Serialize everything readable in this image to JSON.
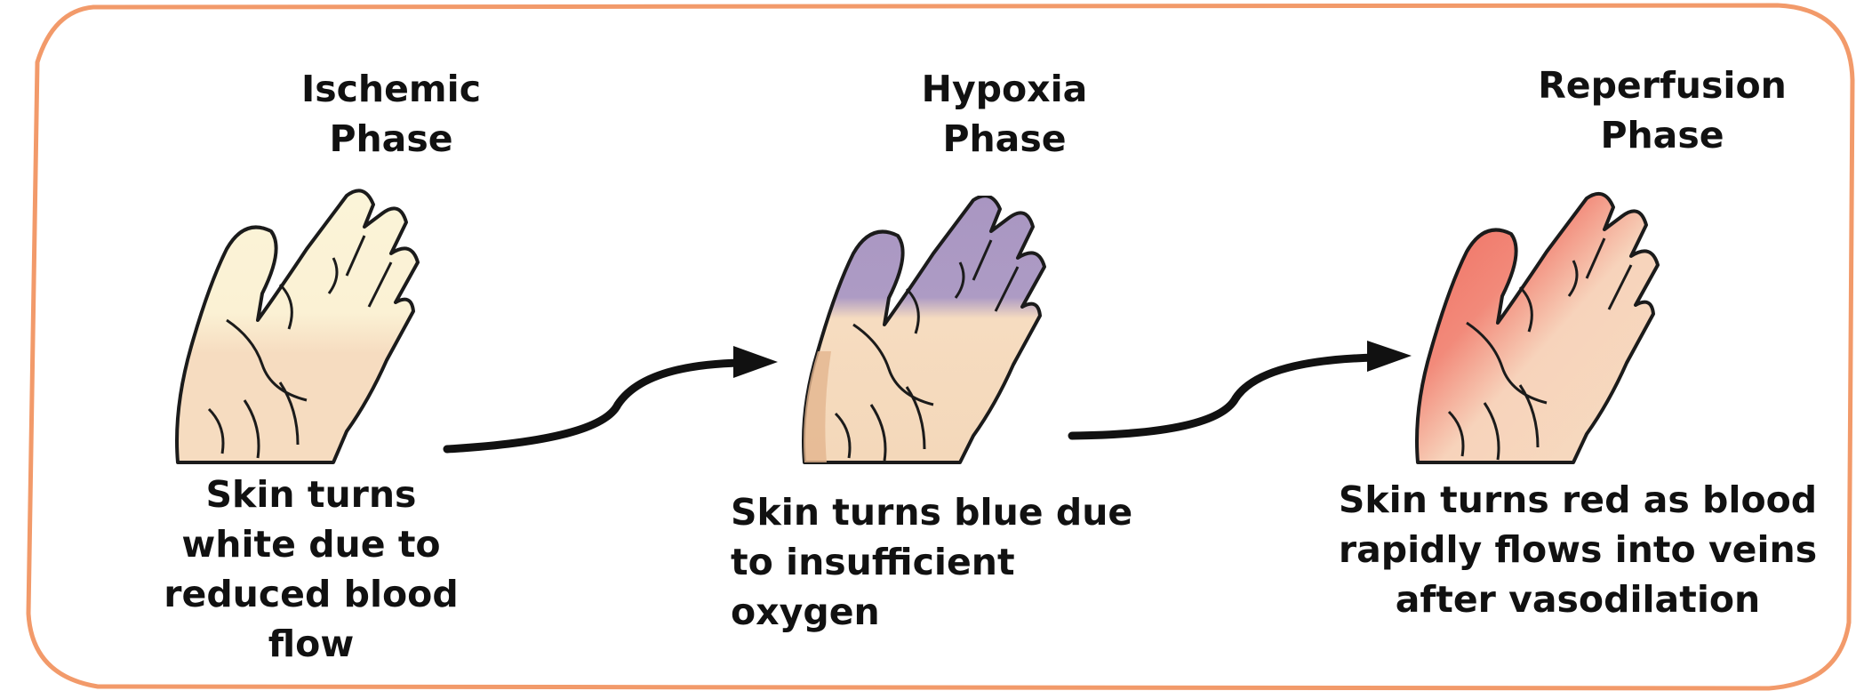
{
  "colors": {
    "frame_border": "#f29a6a",
    "skin": "#f6dcc0",
    "skin_shadow": "#e4b58f",
    "ischemic_tint": "#fbf4d8",
    "hypoxia_tint": "#a996c2",
    "reperfusion_tint": "#ef6a5e",
    "arrow": "#111111",
    "text": "#111111"
  },
  "phases": [
    {
      "heading": "Ischemic\nPhase",
      "caption": "Skin turns\nwhite due to\nreduced blood\nflow",
      "icon": "pale-hand"
    },
    {
      "heading": "Hypoxia\nPhase",
      "caption": "Skin turns blue due\nto insufficient\noxygen",
      "icon": "blue-hand"
    },
    {
      "heading": "Reperfusion\nPhase",
      "caption": "Skin turns red as blood\nrapidly flows into veins\nafter vasodilation",
      "icon": "red-hand"
    }
  ],
  "arrows": [
    {
      "icon": "curved-arrow-right",
      "from": "Ischemic Phase",
      "to": "Hypoxia Phase"
    },
    {
      "icon": "curved-arrow-right",
      "from": "Hypoxia Phase",
      "to": "Reperfusion Phase"
    }
  ]
}
